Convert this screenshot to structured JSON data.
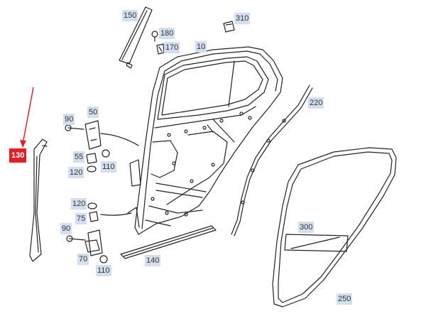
{
  "diagram": {
    "highlight_color": "#e31e24",
    "label_bg_color": "#d3dfee",
    "selected_part": "130",
    "callouts": {
      "p10": "10",
      "p50": "50",
      "p55": "55",
      "p70": "70",
      "p75": "75",
      "p90a": "90",
      "p90b": "90",
      "p110a": "110",
      "p110b": "110",
      "p120a": "120",
      "p120b": "120",
      "p130": "130",
      "p140": "140",
      "p150": "150",
      "p170": "170",
      "p180": "180",
      "p220": "220",
      "p250": "250",
      "p300": "300",
      "p310": "310"
    }
  }
}
